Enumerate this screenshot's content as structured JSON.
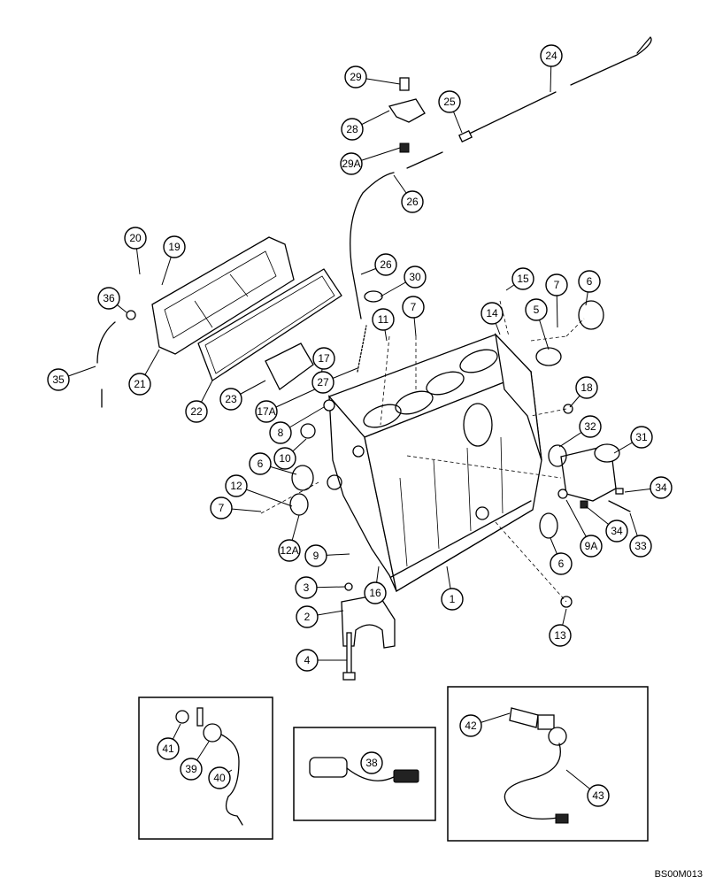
{
  "drawing_code": "BS00M013",
  "callouts": [
    {
      "label": "1"
    },
    {
      "label": "2"
    },
    {
      "label": "3"
    },
    {
      "label": "4"
    },
    {
      "label": "5"
    },
    {
      "label": "6"
    },
    {
      "label": "6"
    },
    {
      "label": "6"
    },
    {
      "label": "7"
    },
    {
      "label": "7"
    },
    {
      "label": "7"
    },
    {
      "label": "8"
    },
    {
      "label": "9"
    },
    {
      "label": "9A"
    },
    {
      "label": "10"
    },
    {
      "label": "11"
    },
    {
      "label": "12"
    },
    {
      "label": "12A"
    },
    {
      "label": "13"
    },
    {
      "label": "14"
    },
    {
      "label": "15"
    },
    {
      "label": "16"
    },
    {
      "label": "17"
    },
    {
      "label": "17A"
    },
    {
      "label": "18"
    },
    {
      "label": "19"
    },
    {
      "label": "20"
    },
    {
      "label": "21"
    },
    {
      "label": "22"
    },
    {
      "label": "23"
    },
    {
      "label": "24"
    },
    {
      "label": "25"
    },
    {
      "label": "26"
    },
    {
      "label": "26"
    },
    {
      "label": "27"
    },
    {
      "label": "28"
    },
    {
      "label": "29"
    },
    {
      "label": "29A"
    },
    {
      "label": "30"
    },
    {
      "label": "31"
    },
    {
      "label": "32"
    },
    {
      "label": "33"
    },
    {
      "label": "34"
    },
    {
      "label": "34"
    },
    {
      "label": "35"
    },
    {
      "label": "36"
    },
    {
      "label": "38"
    },
    {
      "label": "39"
    },
    {
      "label": "40"
    },
    {
      "label": "41"
    },
    {
      "label": "42"
    },
    {
      "label": "43"
    }
  ]
}
